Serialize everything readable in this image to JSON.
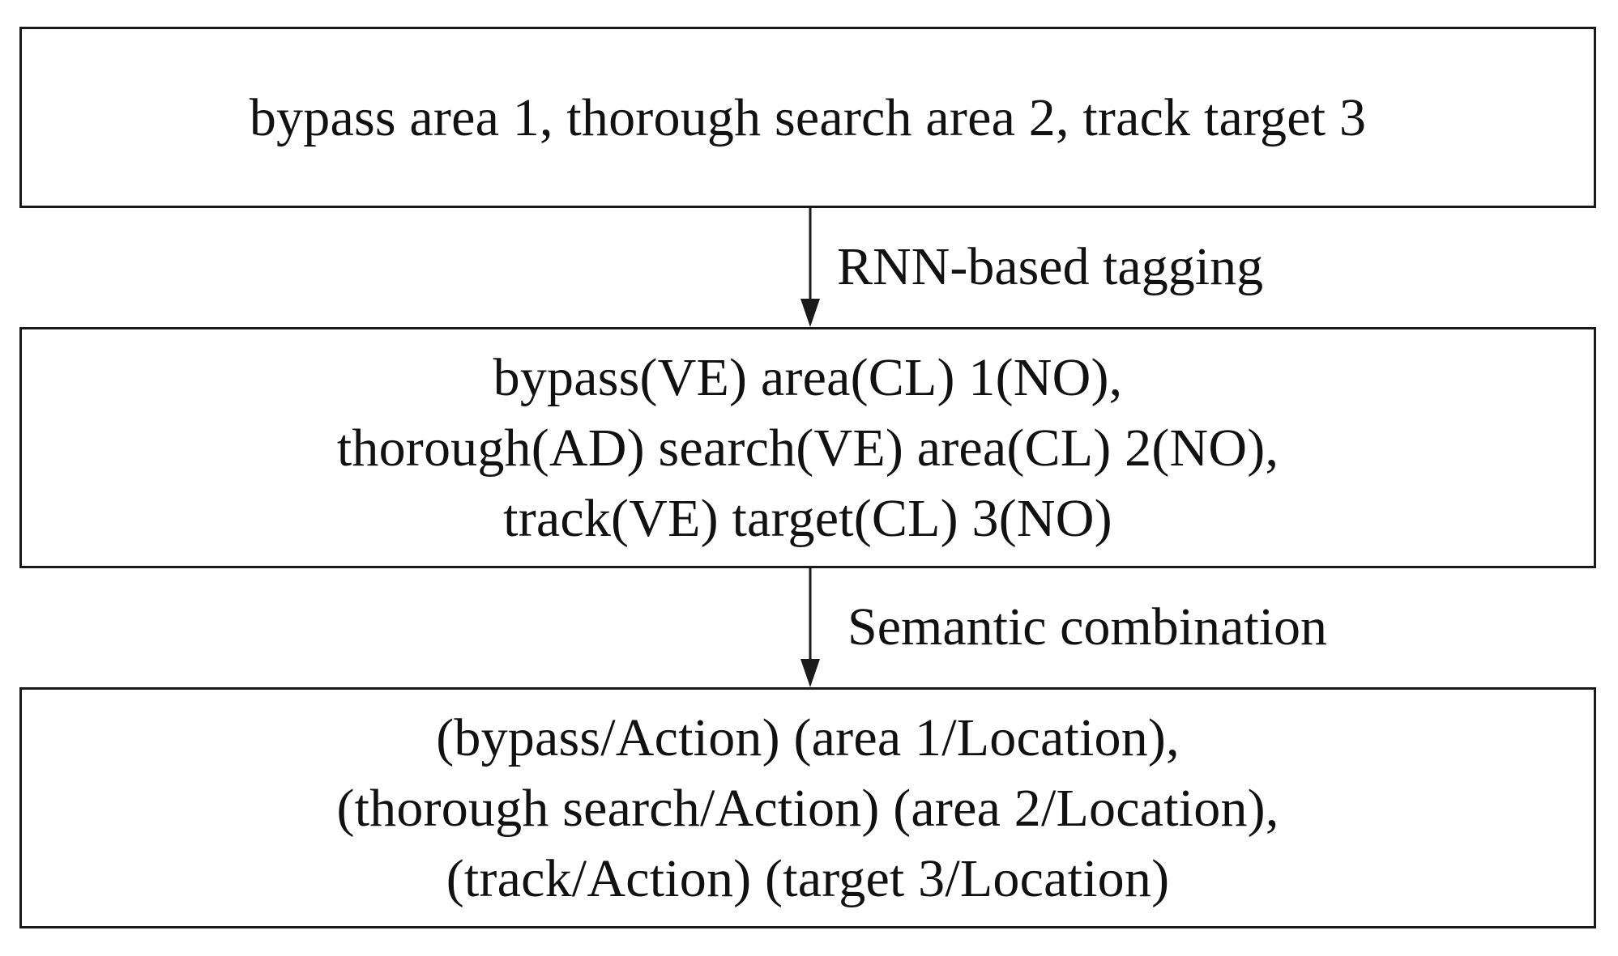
{
  "diagram": {
    "input_box": {
      "lines": [
        "bypass area 1, thorough search area 2, track target 3"
      ]
    },
    "step1": {
      "label": "RNN-based tagging"
    },
    "tagged_box": {
      "lines": [
        "bypass(VE) area(CL) 1(NO),",
        "thorough(AD) search(VE) area(CL) 2(NO),",
        "track(VE) target(CL) 3(NO)"
      ]
    },
    "step2": {
      "label": "Semantic combination"
    },
    "combined_box": {
      "lines": [
        "(bypass/Action) (area 1/Location),",
        "(thorough search/Action) (area 2/Location),",
        "(track/Action) (target 3/Location)"
      ]
    },
    "colors": {
      "stroke": "#1a1a1a",
      "text": "#111111",
      "background": "#ffffff"
    }
  }
}
